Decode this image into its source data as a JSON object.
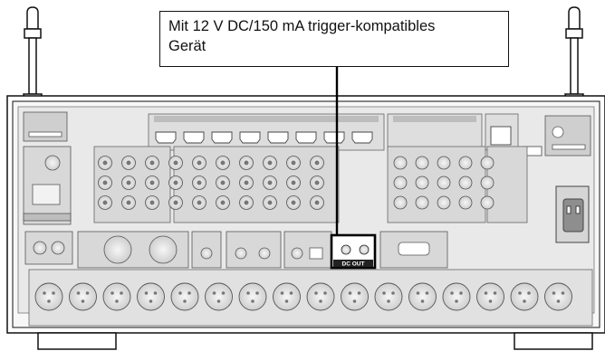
{
  "callout": {
    "line1": "Mit 12 V DC/150 mA trigger-kompatibles",
    "line2": "Gerät"
  },
  "connector_label": "DC OUT",
  "colors": {
    "outline": "#111111",
    "panel_fill": "#ededed",
    "connector_fill": "#d6d6d6",
    "highlight_outline": "#000000"
  }
}
